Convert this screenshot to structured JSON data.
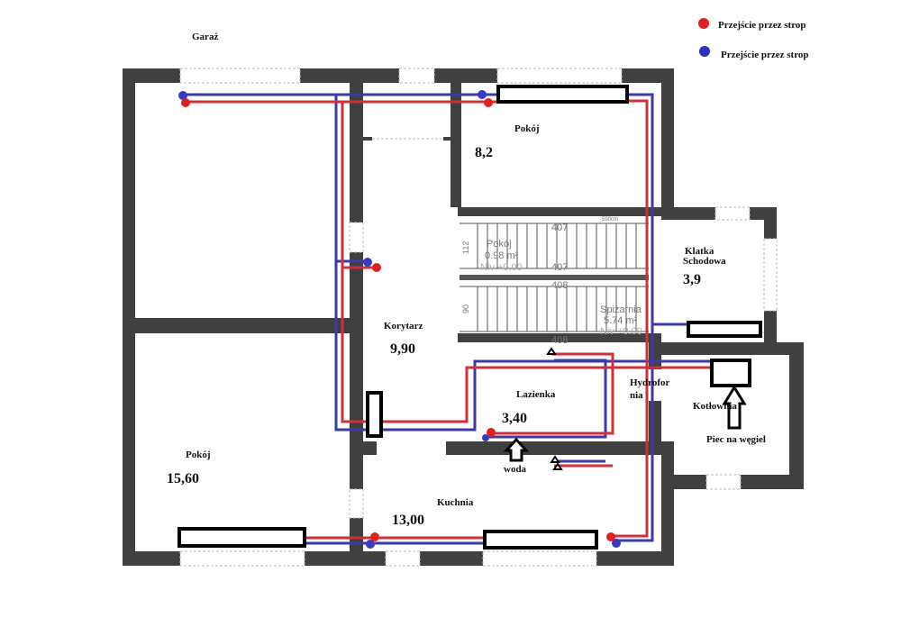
{
  "legend": [
    {
      "label": "Przejście przez strop",
      "color": "#e02020"
    },
    {
      "label": "Przejście przez strop",
      "color": "#3030c0"
    }
  ],
  "outside_label": "Garaż",
  "rooms": {
    "pokoj_top": {
      "name": "Pokój",
      "area": "8,2"
    },
    "klatka": {
      "name_line1": "Klatka",
      "name_line2": "Schodowa",
      "area": "3,9"
    },
    "korytarz": {
      "name": "Korytarz",
      "area": "9,90"
    },
    "lazienka": {
      "name": "Lazienka",
      "area": "3,40"
    },
    "hydrofornia": {
      "name_line1": "Hydrofor",
      "name_line2": "nia"
    },
    "kotlownia": {
      "name": "Kotłownia"
    },
    "pokoj_big": {
      "name": "Pokój",
      "area": "15,60"
    },
    "kuchnia": {
      "name": "Kuchnia",
      "area": "13,00"
    }
  },
  "stairs": {
    "upper": {
      "name": "Pokój",
      "area": "0.98 m²",
      "level": "Niv +0.00",
      "dim_top": "407",
      "dim_bottom": "407",
      "door_width": "112",
      "total": "590cm"
    },
    "lower": {
      "name": "Spiżarnia",
      "area": "5.74 m²",
      "level": "Niv +0.00",
      "dim_top": "408",
      "dim_bottom": "408",
      "door_width": "90"
    }
  },
  "annotations": {
    "water": "woda",
    "stove": "Piec na węgiel"
  },
  "colors": {
    "wall": "#404040",
    "supply_pipe": "#d0303a",
    "return_pipe": "#3a3aa8",
    "radiator": "#000000"
  }
}
